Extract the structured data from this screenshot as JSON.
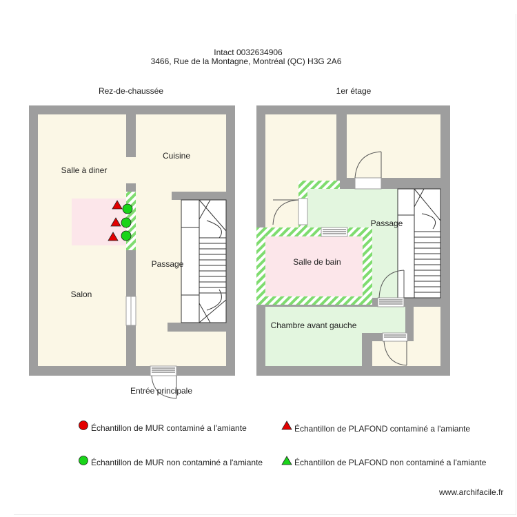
{
  "header": {
    "title": "Intact 0032634906",
    "address": "3466, Rue de la Montagne, Montréal (QC) H3G 2A6"
  },
  "floors": {
    "ground": "Rez-de-chaussée",
    "first": "1er étage"
  },
  "rooms": {
    "salle_a_diner": "Salle à diner",
    "cuisine": "Cuisine",
    "passage_rdc": "Passage",
    "salon": "Salon",
    "entree": "Entrée principale",
    "passage_etage": "Passage",
    "salle_de_bain": "Salle de bain",
    "chambre": "Chambre avant gauche"
  },
  "legend": {
    "wall_contaminated": "Échantillon de MUR contaminé a l'amiante",
    "ceiling_contaminated": "Échantillon de PLAFOND contaminé a l'amiante",
    "wall_clean": "Échantillon de MUR non contaminé a l'amiante",
    "ceiling_clean": "Échantillon de PLAFOND non contaminé a l'amiante"
  },
  "colors": {
    "wall": "#9e9e9e",
    "room_beige": "#fbf7e6",
    "room_green": "#e3f6df",
    "room_pink": "#fce6ea",
    "red_marker": "#e30000",
    "green_marker": "#19d419"
  },
  "watermark": "www.archifacile.fr"
}
